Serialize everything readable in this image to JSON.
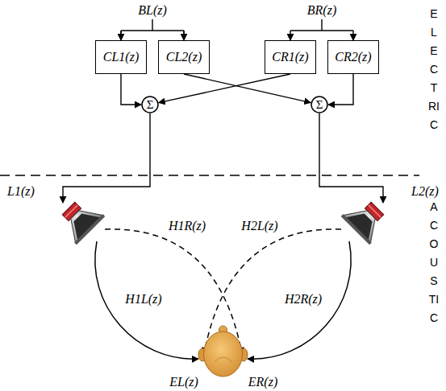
{
  "diagram": {
    "nodes": [
      {
        "text": [
          "CL1(z)"
        ]
      },
      {
        "text": [
          "CL2(z)"
        ]
      },
      {
        "text": [
          "CR1(z)"
        ]
      },
      {
        "text": [
          "CR2(z)"
        ]
      },
      {
        "text": [
          "Σ"
        ]
      },
      {
        "text": [
          "Σ"
        ]
      }
    ],
    "edges": [
      {
        "from": 0,
        "to": 4,
        "arrow": "to"
      },
      {
        "from": 2,
        "to": 4,
        "arrow": "to"
      },
      {
        "from": 1,
        "to": 5,
        "arrow": "to"
      },
      {
        "from": 3,
        "to": 5,
        "arrow": "to"
      }
    ],
    "labels": [
      "BL(z)",
      "BR(z)",
      "L1(z)",
      "L2(z)",
      "H1R(z)",
      "H2L(z)",
      "H1L(z)",
      "H2R(z)",
      "EL(z)",
      "ER(z)",
      "ELECTRIC",
      "ACOUSTIC"
    ]
  }
}
